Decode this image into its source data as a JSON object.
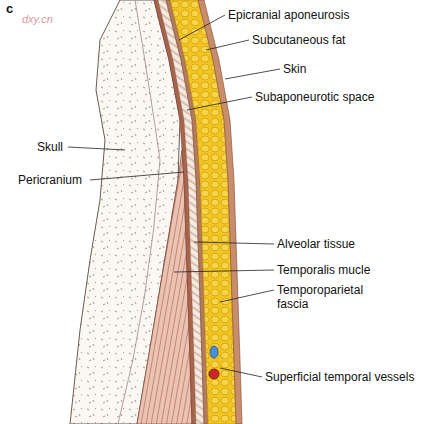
{
  "diagram": {
    "labels": [
      "c",
      "dxy.cn",
      "Epicranial aponeurosis",
      "Subcutaneous fat",
      "Skin",
      "Subaponeurotic space",
      "Skull",
      "Pericranium",
      "Alveolar tissue",
      "Temporalis mucle",
      "Temporoparietal fascia",
      "Superficial temporal vessels"
    ]
  }
}
